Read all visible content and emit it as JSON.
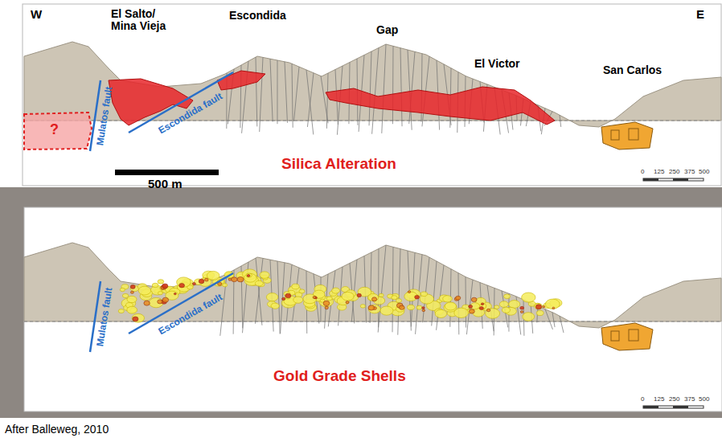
{
  "diagram": {
    "labels": [
      "W",
      "El Salto/ Mina Vieja",
      "Escondida",
      "Gap",
      "El Victor",
      "San Carlos",
      "E",
      "Mulatos fault",
      "?",
      "Escondida fault",
      "Silica Alteration",
      "500 m",
      "0",
      "125",
      "250",
      "375",
      "500",
      "Mulatos fault",
      "Escondida fault",
      "Gold Grade Shells",
      "0",
      "125",
      "250",
      "375",
      "500"
    ],
    "caption": "After Balleweg, 2010"
  }
}
